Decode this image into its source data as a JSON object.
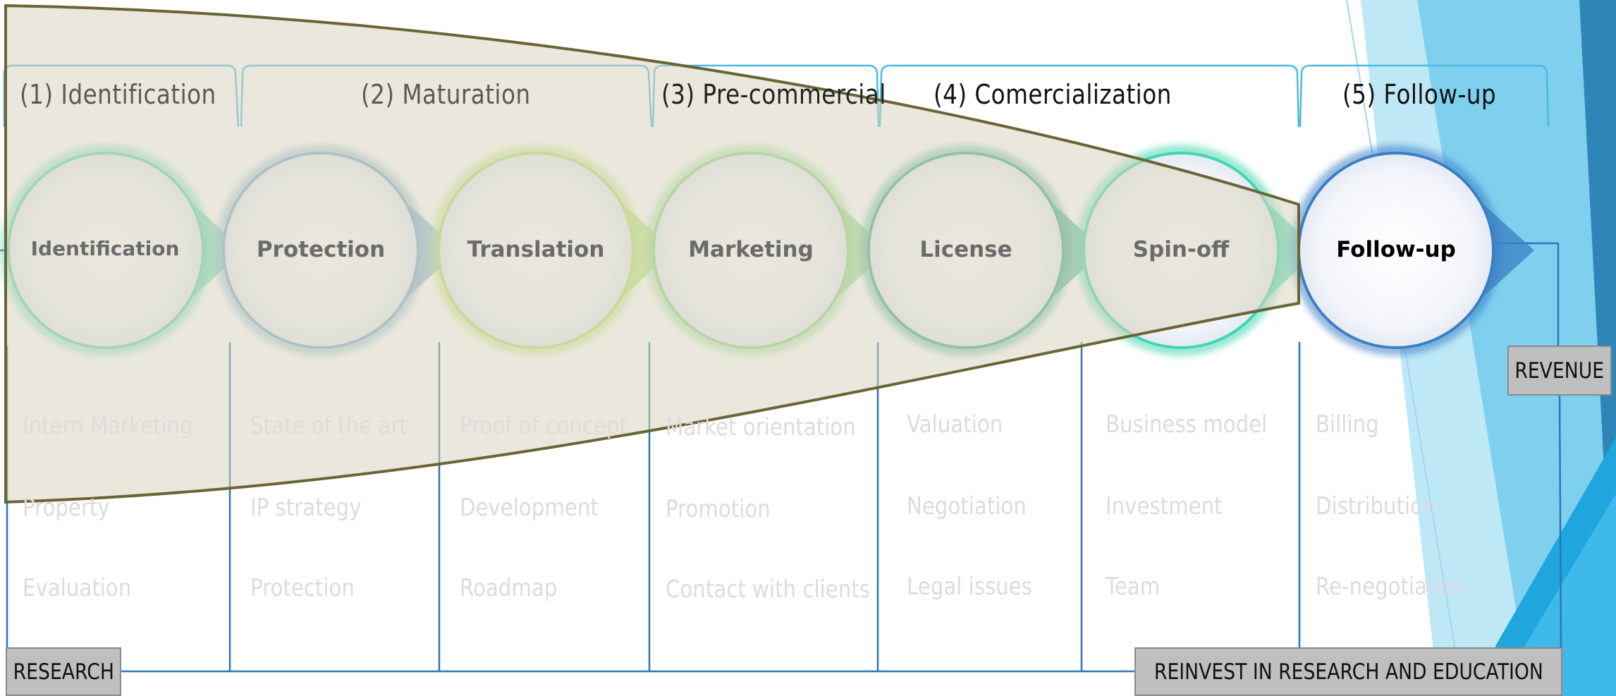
{
  "phases": [
    {
      "label": "(1) Identification"
    },
    {
      "label": "(2) Maturation"
    },
    {
      "label": "(3) Pre-commercial"
    },
    {
      "label": "(4) Comercialization"
    },
    {
      "label": "(5) Follow-up"
    }
  ],
  "steps": [
    {
      "label": "Identification",
      "color": "#5fd6b0"
    },
    {
      "label": "Protection",
      "color": "#7fa8cc"
    },
    {
      "label": "Translation",
      "color": "#b6dd6a"
    },
    {
      "label": "Marketing",
      "color": "#8fd68a"
    },
    {
      "label": "License",
      "color": "#3fa88e"
    },
    {
      "label": "Spin-off",
      "color": "#3fd6b0"
    },
    {
      "label": "Follow-up",
      "color": "#3a7fc4"
    }
  ],
  "tasks": [
    [
      "Intern Marketing",
      "Property",
      "Evaluation"
    ],
    [
      "State of the art",
      "IP strategy",
      "Protection"
    ],
    [
      "Proof of concept",
      "Development",
      "Roadmap"
    ],
    [
      "Market orientation",
      "Promotion",
      "Contact with clients"
    ],
    [
      "Valuation",
      "Negotiation",
      "Legal issues"
    ],
    [
      "Business model",
      "Investment",
      "Team"
    ],
    [
      "Billing",
      "Distribution",
      "Re-negotiation"
    ]
  ],
  "boxes": {
    "research": "RESEARCH",
    "revenue": "REVENUE",
    "reinvest": "REINVEST IN RESEARCH AND EDUCATION"
  },
  "colors": {
    "line_blue": "#2e75b6",
    "funnel_fill": "#d9d5c0",
    "funnel_stroke": "#6b6435",
    "accent_blue": "#29aee0"
  }
}
